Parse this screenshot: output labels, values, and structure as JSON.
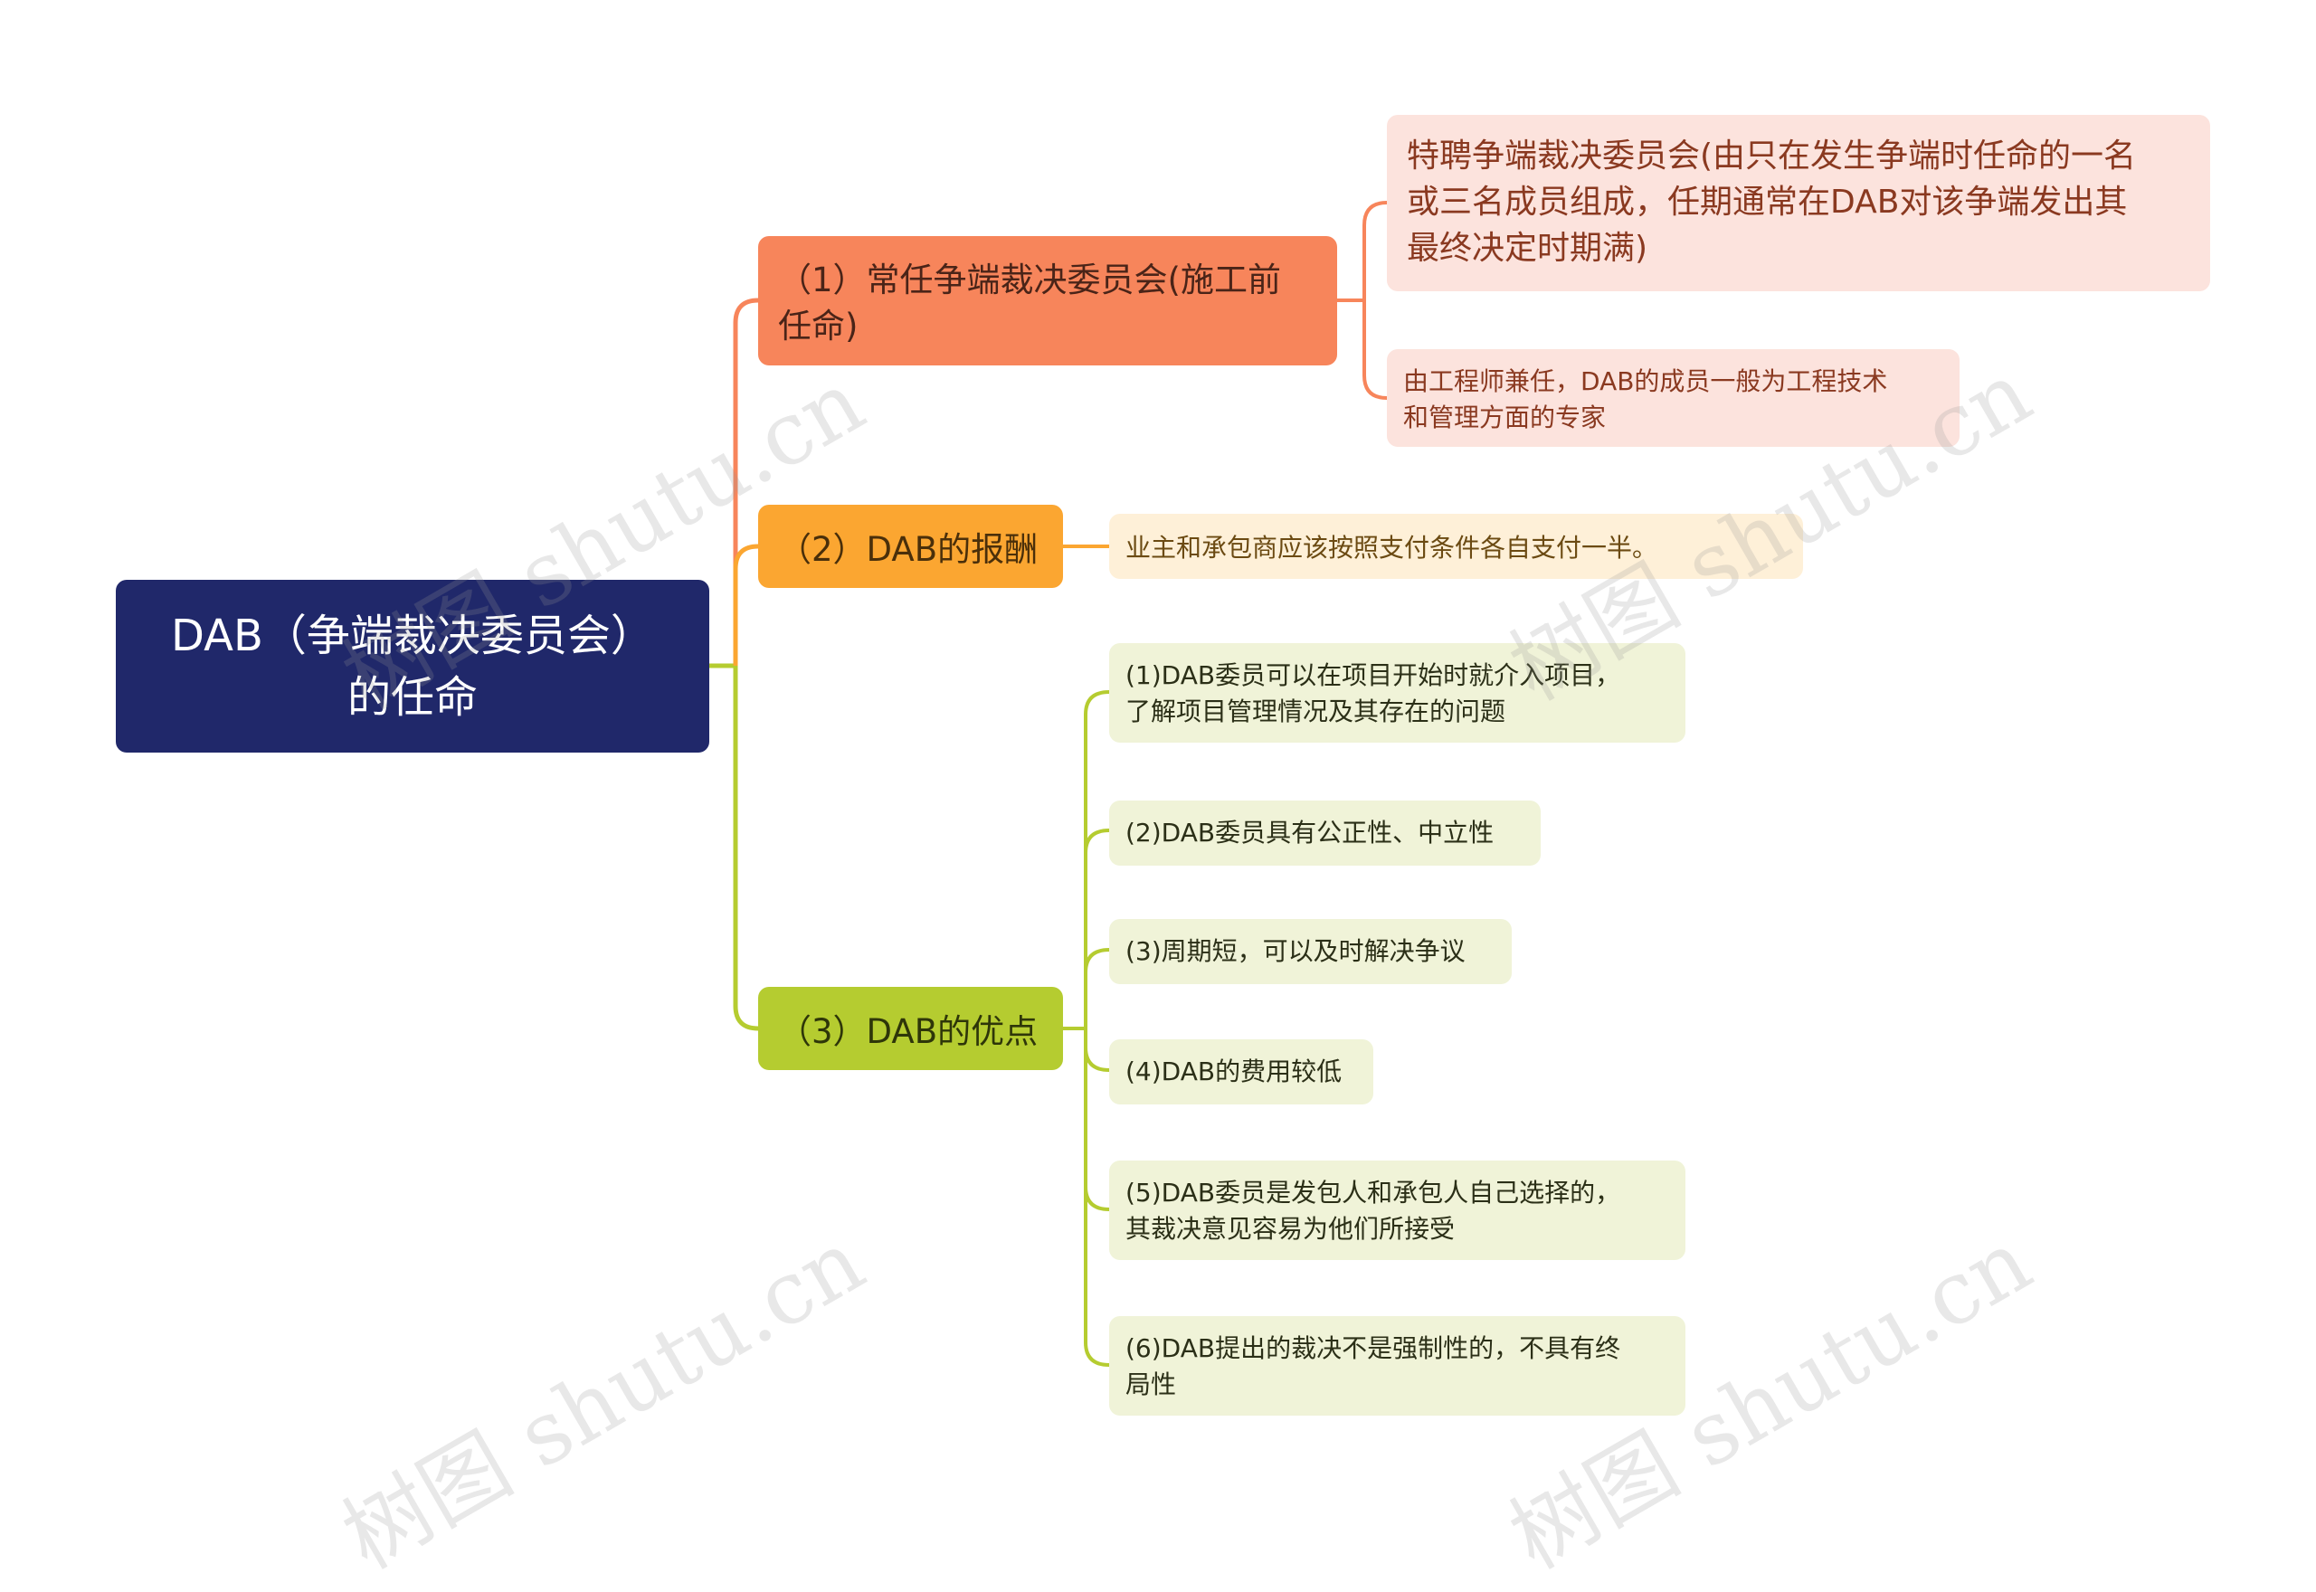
{
  "root": {
    "label": "DAB（争端裁决委员会）\n的任命"
  },
  "branches": [
    {
      "label": "（1）常任争端裁决委员会(施工前\n任命)",
      "color": "#f7855b",
      "children": [
        "特聘争端裁决委员会(由只在发生争端时任命的一名\n或三名成员组成，任期通常在DAB对该争端发出其\n最终决定时期满)",
        "由工程师兼任，DAB的成员一般为工程技术\n和管理方面的专家"
      ]
    },
    {
      "label": "（2）DAB的报酬",
      "color": "#fba631",
      "children": [
        "业主和承包商应该按照支付条件各自支付一半。"
      ]
    },
    {
      "label": "（3）DAB的优点",
      "color": "#b5cc30",
      "children": [
        "(1)DAB委员可以在项目开始时就介入项目，\n了解项目管理情况及其存在的问题",
        "(2)DAB委员具有公正性、中立性",
        "(3)周期短，可以及时解决争议",
        "(4)DAB的费用较低",
        "(5)DAB委员是发包人和承包人自己选择的，\n其裁决意见容易为他们所接受",
        "(6)DAB提出的裁决不是强制性的，不具有终\n局性"
      ]
    }
  ],
  "watermark": "树图 shutu.cn"
}
